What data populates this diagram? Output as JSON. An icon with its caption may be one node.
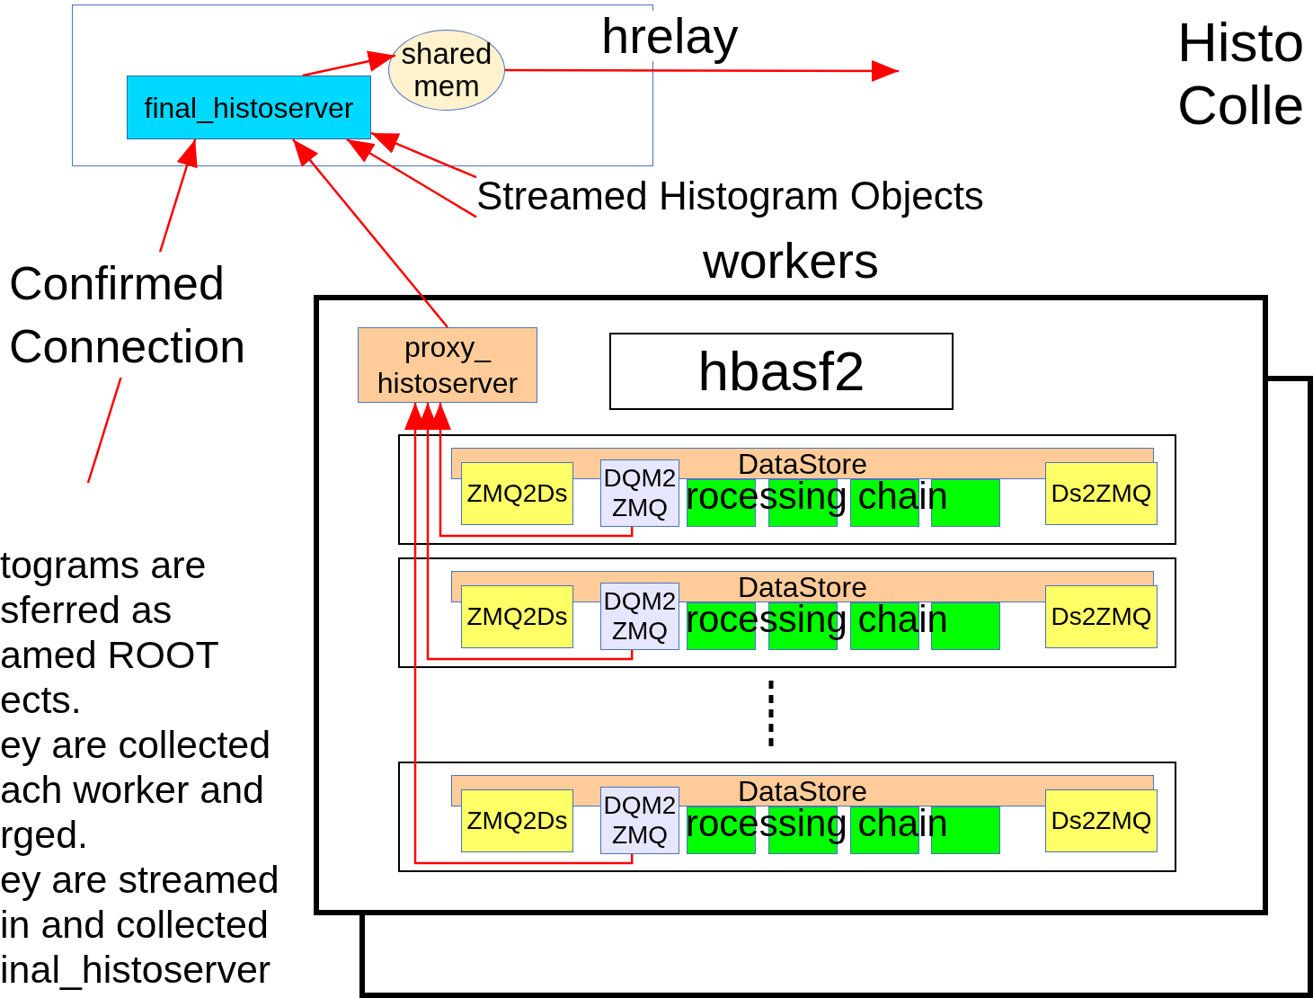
{
  "diagram": {
    "nodes": [
      {
        "text": [],
        "shape": "box"
      },
      {
        "text": [
          "final_histoserver"
        ],
        "in": 0
      },
      {
        "text": [
          "shared mem"
        ],
        "in": 0
      },
      {
        "text": [
          "workers"
        ]
      },
      {
        "text": [
          "proxy_ histoserver"
        ],
        "in": 3
      },
      {
        "text": [
          "hbasf2"
        ],
        "in": 3
      },
      {
        "text": [],
        "shape": "box",
        "in": 3
      },
      {
        "text": [
          "DataStore"
        ],
        "in": 6
      },
      {
        "text": [
          "ZMQ2Ds"
        ],
        "in": 6
      },
      {
        "text": [
          "DQM2 ZMQ"
        ],
        "in": 6
      },
      {
        "text": [],
        "shape": "box",
        "in": 6
      },
      {
        "text": [],
        "shape": "box",
        "in": 6
      },
      {
        "text": [],
        "shape": "box",
        "in": 6
      },
      {
        "text": [],
        "shape": "box",
        "in": 6
      },
      {
        "text": [
          "Ds2ZMQ"
        ],
        "in": 6
      },
      {
        "text": [],
        "shape": "box",
        "in": 3
      },
      {
        "text": [
          "DataStore"
        ],
        "in": 15
      },
      {
        "text": [
          "ZMQ2Ds"
        ],
        "in": 15
      },
      {
        "text": [
          "DQM2 ZMQ"
        ],
        "in": 15
      },
      {
        "text": [],
        "shape": "box",
        "in": 15
      },
      {
        "text": [],
        "shape": "box",
        "in": 15
      },
      {
        "text": [],
        "shape": "box",
        "in": 15
      },
      {
        "text": [],
        "shape": "box",
        "in": 15
      },
      {
        "text": [
          "Ds2ZMQ"
        ],
        "in": 15
      },
      {
        "text": [],
        "shape": "box",
        "in": 3
      },
      {
        "text": [
          "DataStore"
        ],
        "in": 24
      },
      {
        "text": [
          "ZMQ2Ds"
        ],
        "in": 24
      },
      {
        "text": [
          "DQM2 ZMQ"
        ],
        "in": 24
      },
      {
        "text": [],
        "shape": "box",
        "in": 24
      },
      {
        "text": [],
        "shape": "box",
        "in": 24
      },
      {
        "text": [],
        "shape": "box",
        "in": 24
      },
      {
        "text": [],
        "shape": "box",
        "in": 24
      },
      {
        "text": [
          "Ds2ZMQ"
        ],
        "in": 24
      },
      {
        "text": [
          "Streamed Histogram Objects"
        ]
      }
    ],
    "edges": [
      {
        "from": 1,
        "to": 2,
        "arrow": "to"
      },
      {
        "from": 2,
        "to": null,
        "arrow": "to",
        "label": "hrelay"
      },
      {
        "from": null,
        "to": 1,
        "arrow": "to",
        "label": "Confirmed Connection"
      },
      {
        "from": 4,
        "to": 1,
        "arrow": "to"
      },
      {
        "from": 33,
        "to": 1,
        "arrow": "to"
      },
      {
        "from": 33,
        "to": 1,
        "arrow": "to"
      },
      {
        "from": 9,
        "to": 4,
        "arrow": "to"
      },
      {
        "from": 18,
        "to": 4,
        "arrow": "to"
      },
      {
        "from": 27,
        "to": 4,
        "arrow": "to"
      }
    ],
    "labels": [
      "Histo Colle",
      "rocessing chain",
      "rocessing chain",
      "rocessing chain",
      "tograms are",
      "sferred as",
      "amed ROOT",
      "ects.",
      "ey are collected",
      "ach worker and",
      "rged.",
      "ey are streamed",
      "in and collected",
      "inal_histoserver"
    ]
  }
}
